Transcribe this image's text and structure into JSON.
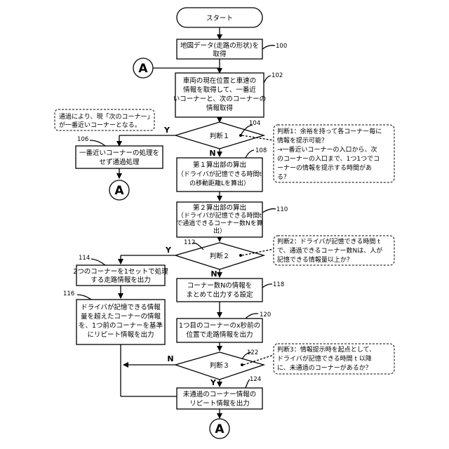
{
  "start": "スタート",
  "steps": {
    "s100": {
      "ref": "100",
      "lines": [
        "地図データ(走路の形状)を",
        "取得"
      ]
    },
    "s102": {
      "ref": "102",
      "lines": [
        "車両の現在位置と車速の",
        "情報を取得して、一番近",
        "いコーナーと、次のコーナーの",
        "情報取得"
      ]
    },
    "s106": {
      "ref": "106",
      "lines": [
        "一番近いコーナーの処理を",
        "せず通過処理"
      ]
    },
    "s108": {
      "ref": "108",
      "lines": [
        "第１算出部の算出",
        "（ドライバが記憶できる時間t",
        "の移動距離Lを算出）"
      ]
    },
    "s110": {
      "ref": "110",
      "lines": [
        "第２算出部の算出",
        "（ドライバが記憶できる時間t",
        "で通過できるコーナー数Nを算",
        "出）"
      ]
    },
    "s114": {
      "ref": "114",
      "lines": [
        "2つのコーナーを1セットで処理",
        "する走路情報を出力"
      ]
    },
    "s116": {
      "ref": "116",
      "lines": [
        "ドライバが記憶できる情報",
        "量を超えたコーナーの情報",
        "を、1つ前のコーナーを基準",
        "にリピート情報を出力"
      ]
    },
    "s118": {
      "ref": "118",
      "lines": [
        "コーナー数Nの情報を",
        "まとめて出力する設定"
      ]
    },
    "s120": {
      "ref": "120",
      "lines": [
        "1つ目のコーナーのx秒前の",
        "位置で走路情報を出力"
      ]
    },
    "s124": {
      "ref": "124",
      "lines": [
        "未通過のコーナー情報の",
        "リピート情報を出力"
      ]
    }
  },
  "decisions": {
    "d104": {
      "ref": "104",
      "label": "判断１",
      "yes": "Y",
      "no": "N"
    },
    "d112": {
      "ref": "112",
      "label": "判断２",
      "yes": "Y",
      "no": "N"
    },
    "d122": {
      "ref": "122",
      "label": "判断３",
      "yes": "Y",
      "no": "N"
    }
  },
  "notes": {
    "note_pass": [
      "通過により、現「次のコーナー」",
      "が一番近いコーナーとなる。"
    ],
    "note1": [
      "判断1：余裕を持って各コーナー毎に",
      "情報を提示可能？",
      "→一番近いコーナーの入口から、次",
      "のコーナーの入口まで、1つ1つでコ",
      "ーナーの情報を提示する時間があ",
      "る？"
    ],
    "note2": [
      "判断2：ドライバが記憶できる時間 t",
      "で、通過できるコーナー数Nは、人が",
      "記憶できる情報量以上か？"
    ],
    "note3": [
      "判断3：情報提示時を起点として、",
      "ドライバが記憶できる時間 t 以降",
      "に、未通過のコーナーがあるか？"
    ]
  },
  "connector": "A"
}
